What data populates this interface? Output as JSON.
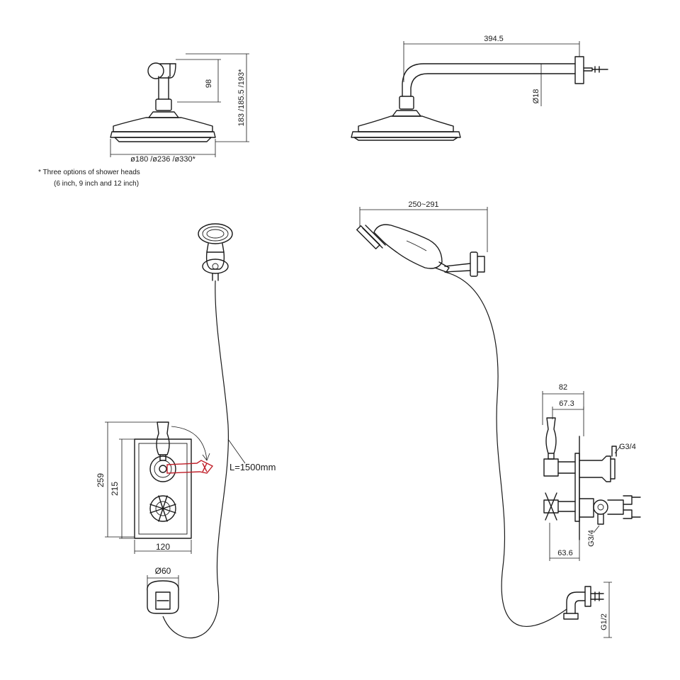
{
  "dimensions": {
    "head_drop": "98",
    "head_heights": "183 /185.5 /193*",
    "head_diameters": "ø180 /ø236 /ø330*",
    "arm_length": "394.5",
    "arm_diameter": "Ø18",
    "handset_reach": "250~291",
    "hose_length": "L=1500mm",
    "plate_outer_height": "259",
    "plate_height": "215",
    "plate_width": "120",
    "outlet_diameter": "Ø60",
    "valve_depth": "82",
    "valve_depth_inner": "67.3",
    "inlet_top": "G3/4",
    "inlet_bottom": "G3/4",
    "valve_offset": "63.6",
    "outlet_thread": "G1/2"
  },
  "notes": {
    "line1": "* Three options of shower heads",
    "line2": "(6 inch, 9 inch and 12 inch)"
  },
  "colors": {
    "line": "#1a1a1a",
    "highlight": "#c0202a"
  }
}
